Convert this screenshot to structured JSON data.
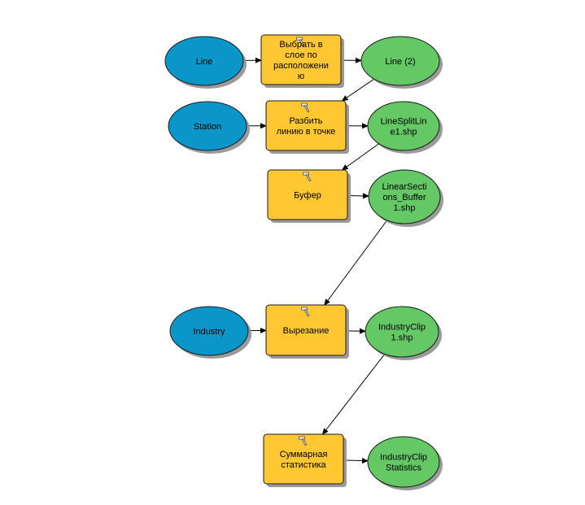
{
  "colors": {
    "data_input": "#0a96c8",
    "tool": "#ffc832",
    "derived_output": "#64c864",
    "shadow": "#9a9a9a",
    "connector": "#000000"
  },
  "icons": {
    "tool": "hammer-icon"
  },
  "nodes": {
    "line": {
      "kind": "data_input",
      "lines": [
        "Line"
      ]
    },
    "select_by_location": {
      "kind": "tool",
      "lines": [
        "Выбрать в",
        "слое по",
        "расположени",
        "ю"
      ]
    },
    "line_2": {
      "kind": "derived_output",
      "lines": [
        "Line (2)"
      ]
    },
    "station": {
      "kind": "data_input",
      "lines": [
        "Station"
      ]
    },
    "split_line_at_point": {
      "kind": "tool",
      "lines": [
        "Разбить",
        "линию в точке"
      ]
    },
    "linesplitline": {
      "kind": "derived_output",
      "lines": [
        "LineSplitLin",
        "e1.shp"
      ]
    },
    "buffer": {
      "kind": "tool",
      "lines": [
        "Буфер"
      ]
    },
    "linearsections_buffer": {
      "kind": "derived_output",
      "lines": [
        "LinearSecti",
        "ons_Buffer",
        "1.shp"
      ]
    },
    "industry": {
      "kind": "data_input",
      "lines": [
        "Industry"
      ]
    },
    "clip": {
      "kind": "tool",
      "lines": [
        "Вырезание"
      ]
    },
    "industryclip": {
      "kind": "derived_output",
      "lines": [
        "IndustryClip",
        "1.shp"
      ]
    },
    "summary_statistics": {
      "kind": "tool",
      "lines": [
        "Суммарная",
        "статистика"
      ]
    },
    "industryclip_statistics": {
      "kind": "derived_output",
      "lines": [
        "IndustryClip",
        "Statistics"
      ]
    }
  },
  "connections": [
    [
      "line",
      "select_by_location"
    ],
    [
      "select_by_location",
      "line_2"
    ],
    [
      "line_2",
      "split_line_at_point"
    ],
    [
      "station",
      "split_line_at_point"
    ],
    [
      "split_line_at_point",
      "linesplitline"
    ],
    [
      "linesplitline",
      "buffer"
    ],
    [
      "buffer",
      "linearsections_buffer"
    ],
    [
      "linearsections_buffer",
      "clip"
    ],
    [
      "industry",
      "clip"
    ],
    [
      "clip",
      "industryclip"
    ],
    [
      "industryclip",
      "summary_statistics"
    ],
    [
      "summary_statistics",
      "industryclip_statistics"
    ]
  ]
}
